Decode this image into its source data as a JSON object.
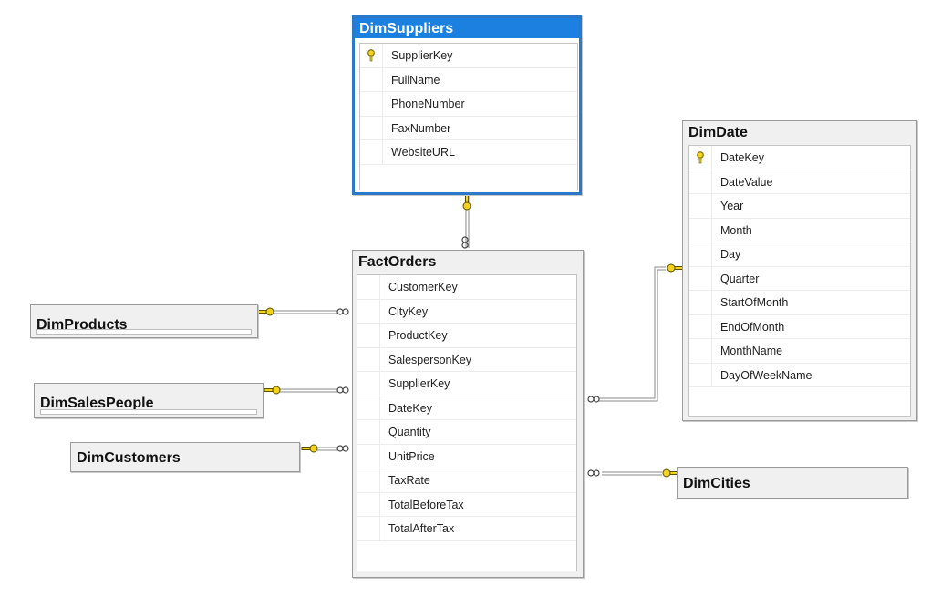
{
  "tables": {
    "dim_suppliers": {
      "title": "DimSuppliers",
      "columns": [
        "SupplierKey",
        "FullName",
        "PhoneNumber",
        "FaxNumber",
        "WebsiteURL"
      ],
      "primary_key": "SupplierKey"
    },
    "dim_date": {
      "title": "DimDate",
      "columns": [
        "DateKey",
        "DateValue",
        "Year",
        "Month",
        "Day",
        "Quarter",
        "StartOfMonth",
        "EndOfMonth",
        "MonthName",
        "DayOfWeekName"
      ],
      "primary_key": "DateKey"
    },
    "fact_orders": {
      "title": "FactOrders",
      "columns": [
        "CustomerKey",
        "CityKey",
        "ProductKey",
        "SalespersonKey",
        "SupplierKey",
        "DateKey",
        "Quantity",
        "UnitPrice",
        "TaxRate",
        "TotalBeforeTax",
        "TotalAfterTax"
      ]
    },
    "dim_products": {
      "title": "DimProducts"
    },
    "dim_sales_people": {
      "title": "DimSalesPeople"
    },
    "dim_customers": {
      "title": "DimCustomers"
    },
    "dim_cities": {
      "title": "DimCities"
    }
  },
  "colors": {
    "selected_header": "#1b80e0",
    "selected_border": "#2c78c8",
    "key_icon": "#f2d21b",
    "relationship_line": "#7a7a7a"
  },
  "icons": {
    "primary_key": "key-icon",
    "relationship_one": "key-icon",
    "relationship_many": "infinity-icon"
  }
}
